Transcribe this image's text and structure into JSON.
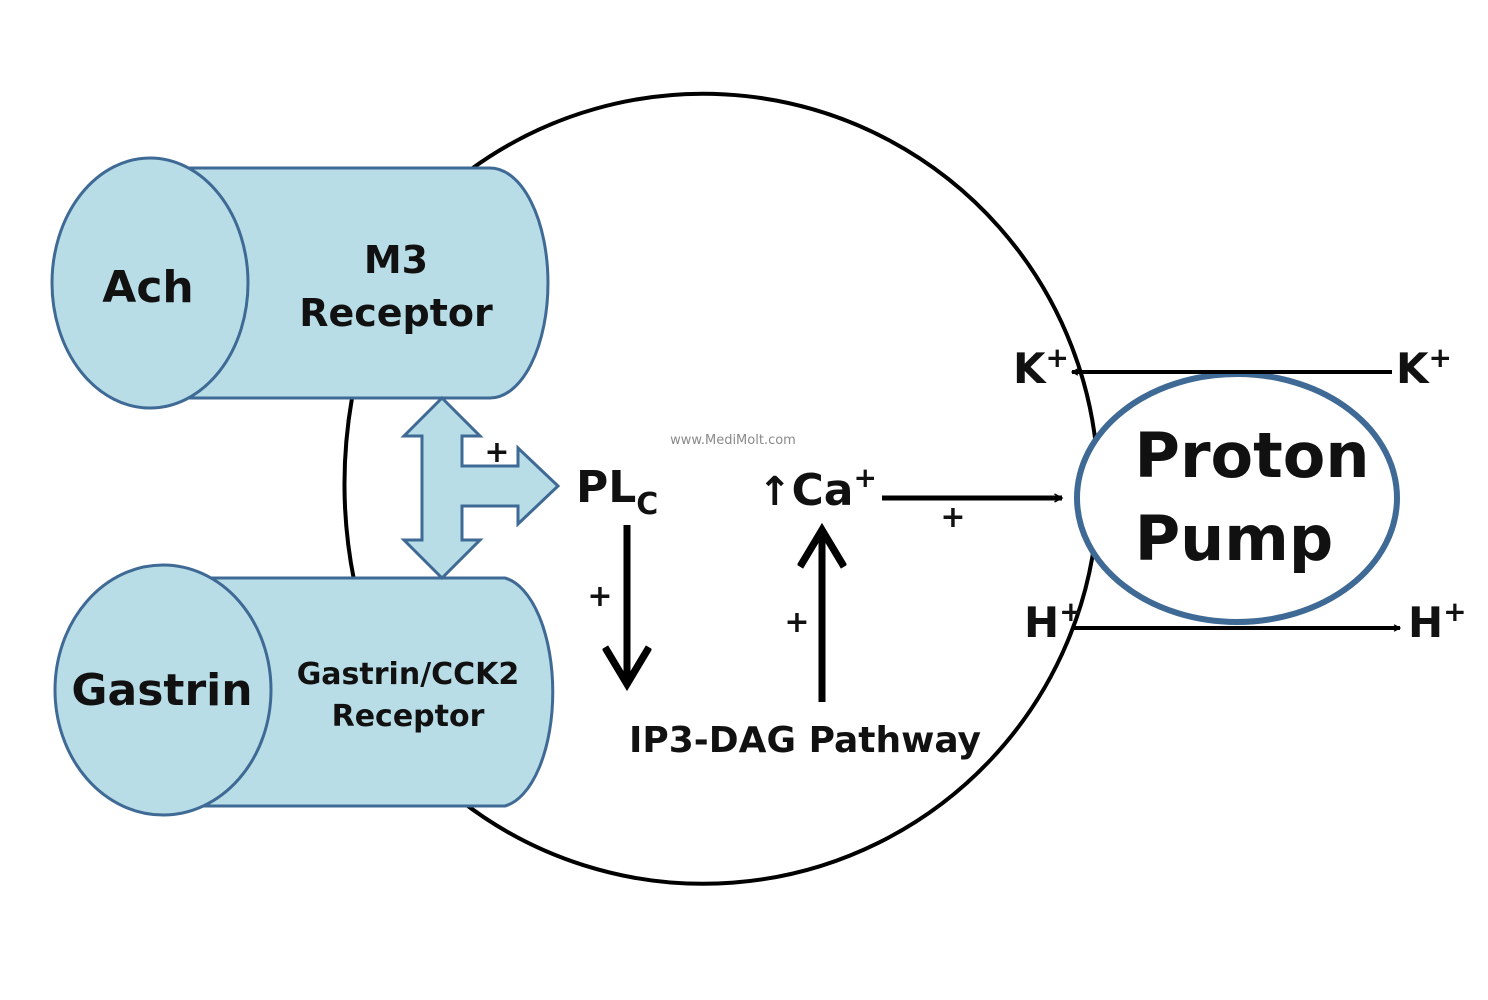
{
  "colors": {
    "receptor_fill": "#b8dde6",
    "receptor_stroke": "#3e6a95",
    "pump_stroke": "#3e6a95",
    "line": "#000000",
    "background": "#ffffff"
  },
  "watermark": "www.MediMolt.com",
  "receptors": {
    "top": {
      "ligand": "Ach",
      "line1": "M3",
      "line2": "Receptor"
    },
    "bottom": {
      "ligand": "Gastrin",
      "line1": "Gastrin/CCK2",
      "line2": "Receptor"
    }
  },
  "signaling": {
    "plc_main": "PL",
    "plc_sub": "C",
    "ip3_dag": "IP3-DAG Pathway",
    "ca_arrow": "↑",
    "ca": "Ca",
    "ca_charge": "+",
    "plus": "+"
  },
  "pump": {
    "line1": "Proton",
    "line2": "Pump"
  },
  "ions": {
    "k_left": "K",
    "k_right": "K",
    "h_left": "H",
    "h_right": "H",
    "charge": "+"
  },
  "icons": [
    "double-headed-block-arrow-icon",
    "arrow-icon"
  ]
}
